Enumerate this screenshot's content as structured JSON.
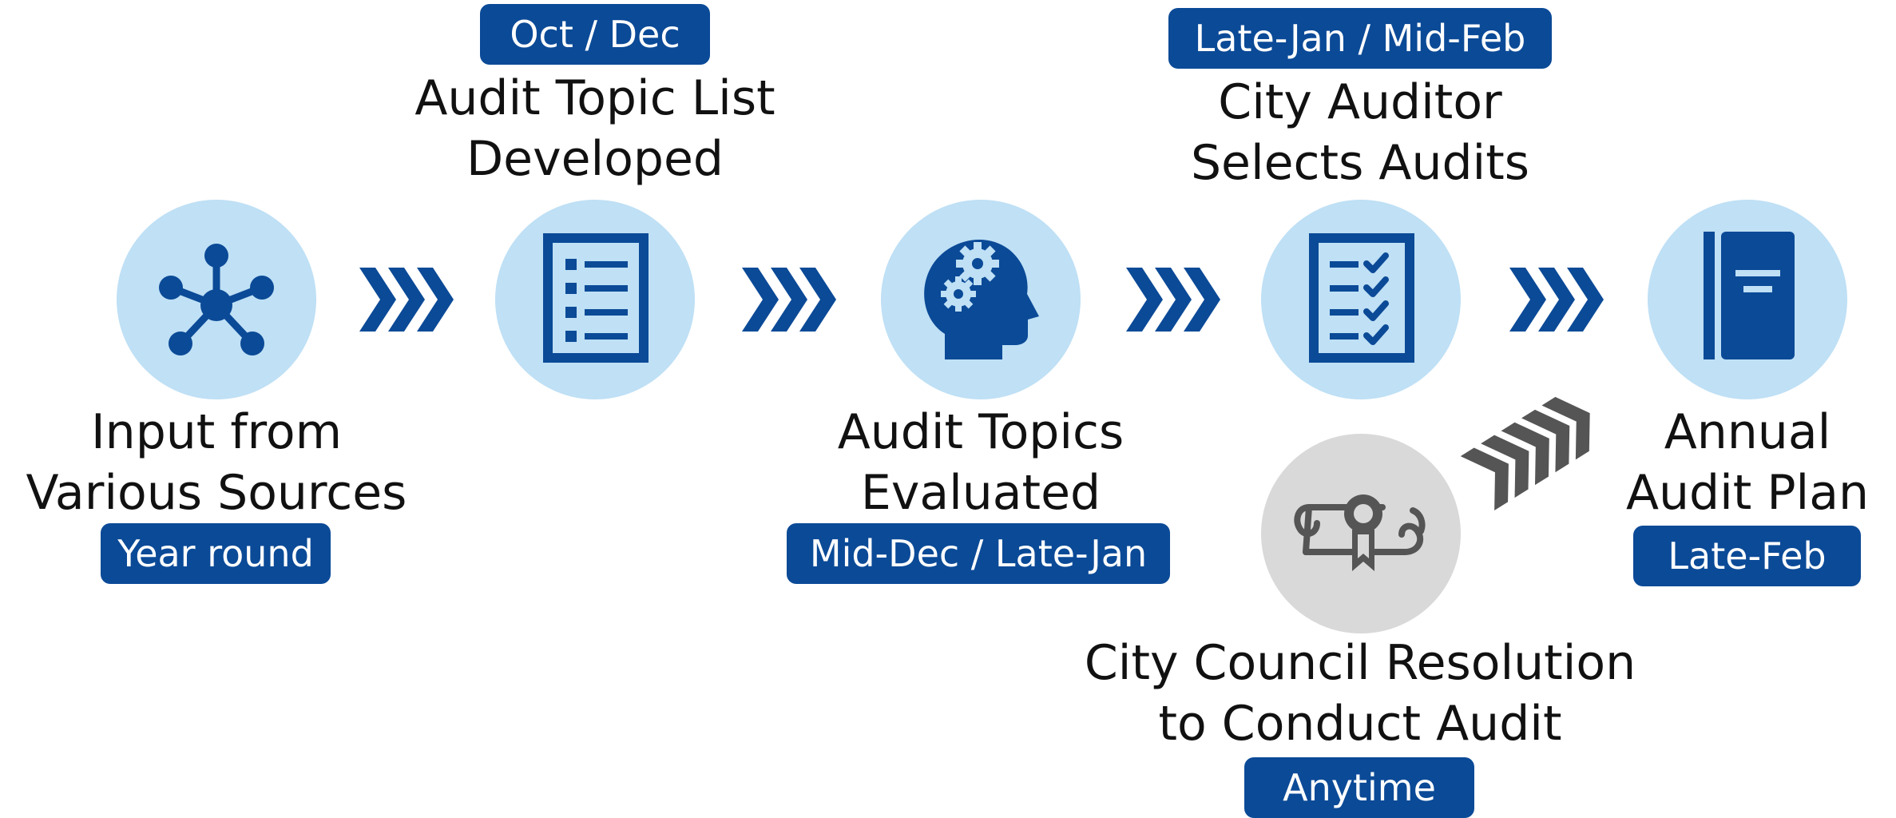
{
  "colors": {
    "badge_bg": "#0b4a97",
    "icon_blue": "#0b4a97",
    "circle_blue": "#bfe0f5",
    "circle_gray": "#d9d9d9",
    "icon_gray": "#555555"
  },
  "steps": [
    {
      "icon": "network-icon",
      "lines": [
        "Input from",
        "Various Sources"
      ],
      "badge": "Year round"
    },
    {
      "icon": "list-document-icon",
      "lines": [
        "Audit Topic List",
        "Developed"
      ],
      "badge": "Oct / Dec"
    },
    {
      "icon": "head-gears-icon",
      "lines": [
        "Audit Topics",
        "Evaluated"
      ],
      "badge": "Mid-Dec / Late-Jan"
    },
    {
      "icon": "checklist-icon",
      "lines": [
        "City Auditor",
        "Selects Audits"
      ],
      "badge": "Late-Jan / Mid-Feb"
    },
    {
      "icon": "book-icon",
      "lines": [
        "Annual",
        "Audit Plan"
      ],
      "badge": "Late-Feb"
    }
  ],
  "side_step": {
    "icon": "diploma-scroll-icon",
    "lines": [
      "City Council Resolution",
      "to Conduct Audit"
    ],
    "badge": "Anytime"
  }
}
